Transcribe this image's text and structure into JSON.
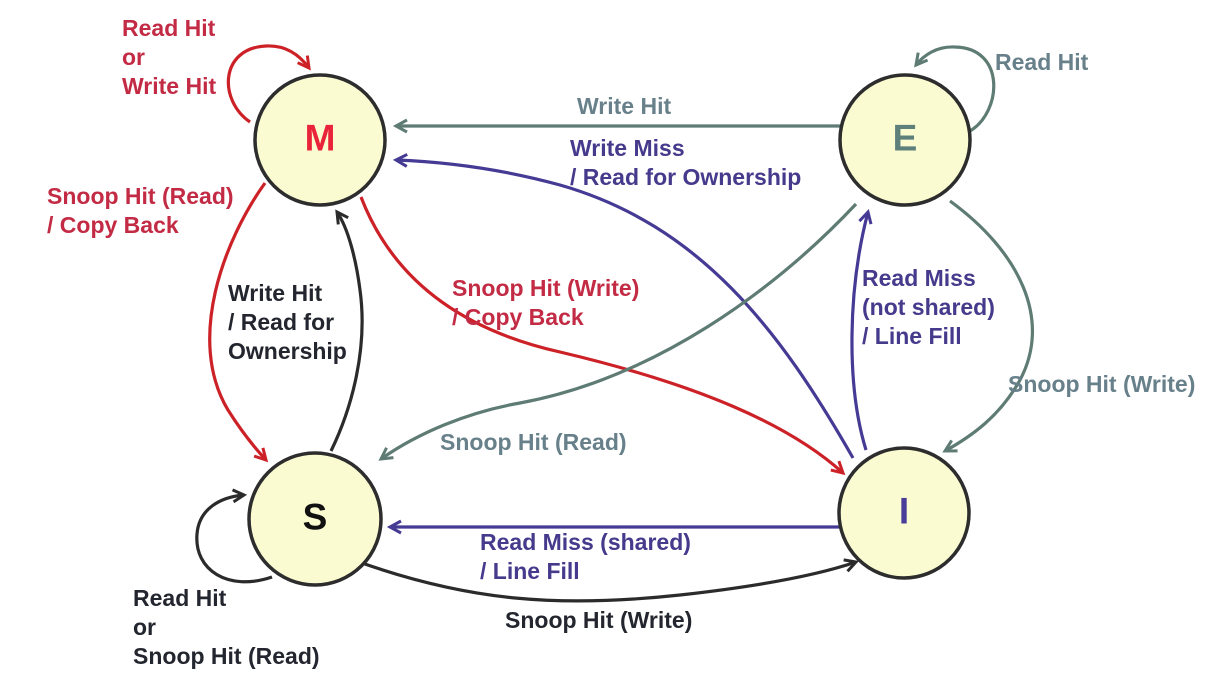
{
  "diagram_type": "state-machine",
  "colors": {
    "state_fill": "#fbfbd2",
    "state_border": "#2d2d2d",
    "red": "#cc2127",
    "gray_green": "#5e7b74",
    "purple": "#453a94",
    "black": "#2b2b2b"
  },
  "states": [
    {
      "id": "M",
      "label": "M",
      "letter_color": "#e92339"
    },
    {
      "id": "E",
      "label": "E",
      "letter_color": "#5d807b"
    },
    {
      "id": "S",
      "label": "S",
      "letter_color": "#111111"
    },
    {
      "id": "I",
      "label": "I",
      "letter_color": "#4a3d99"
    }
  ],
  "transitions": [
    {
      "from": "M",
      "to": "M",
      "color": "red",
      "label": "Read Hit\nor\nWrite Hit"
    },
    {
      "from": "E",
      "to": "M",
      "color": "gray",
      "label": "Write Hit"
    },
    {
      "from": "I",
      "to": "M",
      "color": "purple",
      "label": "Write Miss\n/ Read for Ownership"
    },
    {
      "from": "E",
      "to": "E",
      "color": "gray",
      "label": "Read Hit"
    },
    {
      "from": "M",
      "to": "S",
      "color": "red",
      "label": "Snoop Hit (Read)\n/ Copy Back"
    },
    {
      "from": "S",
      "to": "M",
      "color": "black",
      "label": "Write Hit\n/ Read for\nOwnership"
    },
    {
      "from": "M",
      "to": "I",
      "color": "red",
      "label": "Snoop Hit (Write)\n/ Copy Back"
    },
    {
      "from": "I",
      "to": "E",
      "color": "purple",
      "label": "Read Miss\n(not shared)\n/ Line Fill"
    },
    {
      "from": "E",
      "to": "I",
      "color": "gray",
      "label": "Snoop Hit (Write)"
    },
    {
      "from": "E",
      "to": "S",
      "color": "gray",
      "label": "Snoop Hit (Read)"
    },
    {
      "from": "I",
      "to": "S",
      "color": "purple",
      "label": "Read Miss (shared)\n/ Line Fill"
    },
    {
      "from": "S",
      "to": "I",
      "color": "black",
      "label": "Snoop Hit (Write)"
    },
    {
      "from": "S",
      "to": "S",
      "color": "black",
      "label": "Read Hit\nor\nSnoop Hit (Read)"
    }
  ]
}
